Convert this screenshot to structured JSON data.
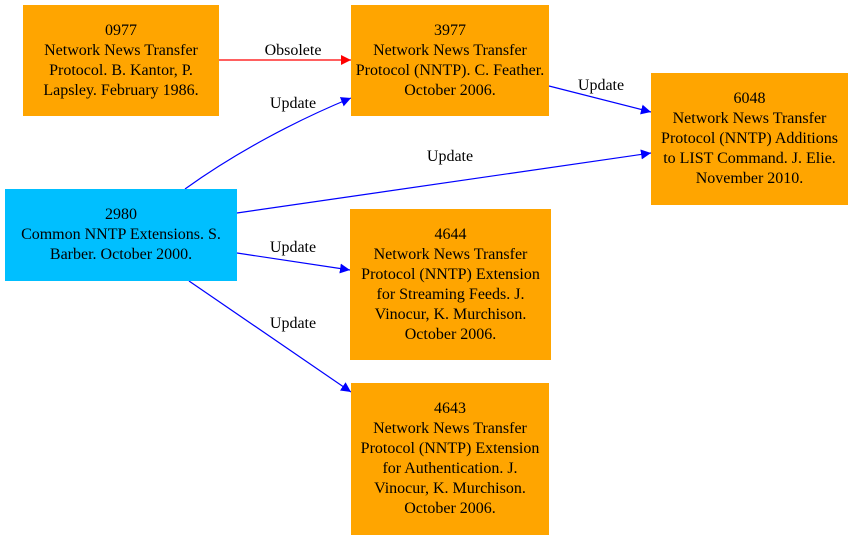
{
  "colors": {
    "obsolete_node": "#ffa500",
    "source_node": "#00bfff",
    "update_edge": "#0000ff",
    "obsolete_edge": "#ff0000",
    "text": "#000000"
  },
  "nodes": {
    "rfc0977": {
      "number": "0977",
      "description": "Network News Transfer Protocol. B. Kantor, P. Lapsley. February 1986."
    },
    "rfc3977": {
      "number": "3977",
      "description": "Network News Transfer Protocol (NNTP). C. Feather. October 2006."
    },
    "rfc6048": {
      "number": "6048",
      "description": "Network News Transfer Protocol (NNTP) Additions to LIST Command. J. Elie. November 2010."
    },
    "rfc2980": {
      "number": "2980",
      "description": "Common NNTP Extensions. S. Barber. October 2000."
    },
    "rfc4644": {
      "number": "4644",
      "description": "Network News Transfer Protocol (NNTP) Extension for Streaming Feeds. J. Vinocur, K. Murchison. October 2006."
    },
    "rfc4643": {
      "number": "4643",
      "description": "Network News Transfer Protocol (NNTP) Extension for Authentication. J. Vinocur, K. Murchison. October 2006."
    }
  },
  "edges": {
    "e0977_3977": {
      "from": "0977",
      "to": "3977",
      "label": "Obsolete"
    },
    "e2980_3977": {
      "from": "2980",
      "to": "3977",
      "label": "Update"
    },
    "e3977_6048": {
      "from": "3977",
      "to": "6048",
      "label": "Update"
    },
    "e2980_6048": {
      "from": "2980",
      "to": "6048",
      "label": "Update"
    },
    "e2980_4644": {
      "from": "2980",
      "to": "4644",
      "label": "Update"
    },
    "e2980_4643": {
      "from": "2980",
      "to": "4643",
      "label": "Update"
    }
  }
}
